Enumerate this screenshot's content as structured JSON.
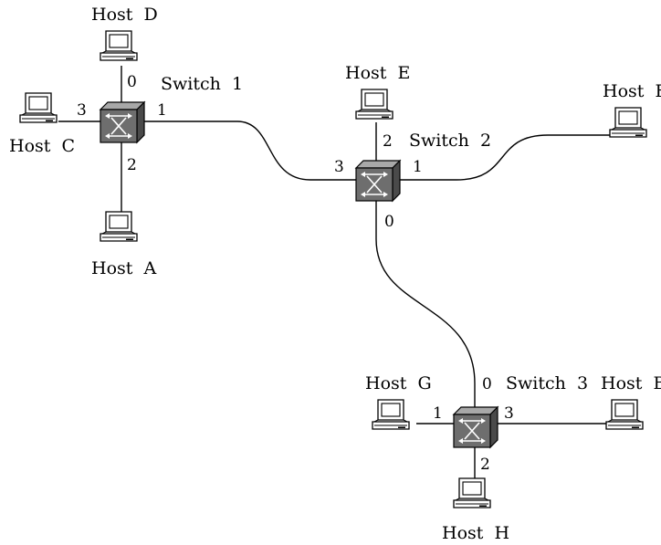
{
  "hosts": {
    "A": {
      "label": "Host  A"
    },
    "B": {
      "label": "Host  B"
    },
    "C": {
      "label": "Host  C"
    },
    "D": {
      "label": "Host  D"
    },
    "E": {
      "label": "Host  E"
    },
    "F": {
      "label": "Host  F"
    },
    "G": {
      "label": "Host  G"
    },
    "H": {
      "label": "Host  H"
    }
  },
  "switches": {
    "s1": {
      "label": "Switch  1",
      "ports": [
        "0",
        "1",
        "2",
        "3"
      ]
    },
    "s2": {
      "label": "Switch  2",
      "ports": [
        "0",
        "1",
        "2",
        "3"
      ]
    },
    "s3": {
      "label": "Switch  3",
      "ports": [
        "0",
        "1",
        "2",
        "3"
      ]
    }
  },
  "links": [
    {
      "from": "Switch 1 port 0",
      "to": "Host D"
    },
    {
      "from": "Switch 1 port 1",
      "to": "Switch 2 port 3"
    },
    {
      "from": "Switch 1 port 2",
      "to": "Host A"
    },
    {
      "from": "Switch 1 port 3",
      "to": "Host C"
    },
    {
      "from": "Switch 2 port 0",
      "to": "Switch 3 port 0"
    },
    {
      "from": "Switch 2 port 1",
      "to": "Host F"
    },
    {
      "from": "Switch 2 port 2",
      "to": "Host E"
    },
    {
      "from": "Switch 3 port 1",
      "to": "Host G"
    },
    {
      "from": "Switch 3 port 2",
      "to": "Host H"
    },
    {
      "from": "Switch 3 port 3",
      "to": "Host B"
    }
  ],
  "colors": {
    "switch_front": "#6e6e6e",
    "switch_side": "#4a4a4a",
    "switch_top": "#a8a8a8",
    "line": "#000000"
  }
}
